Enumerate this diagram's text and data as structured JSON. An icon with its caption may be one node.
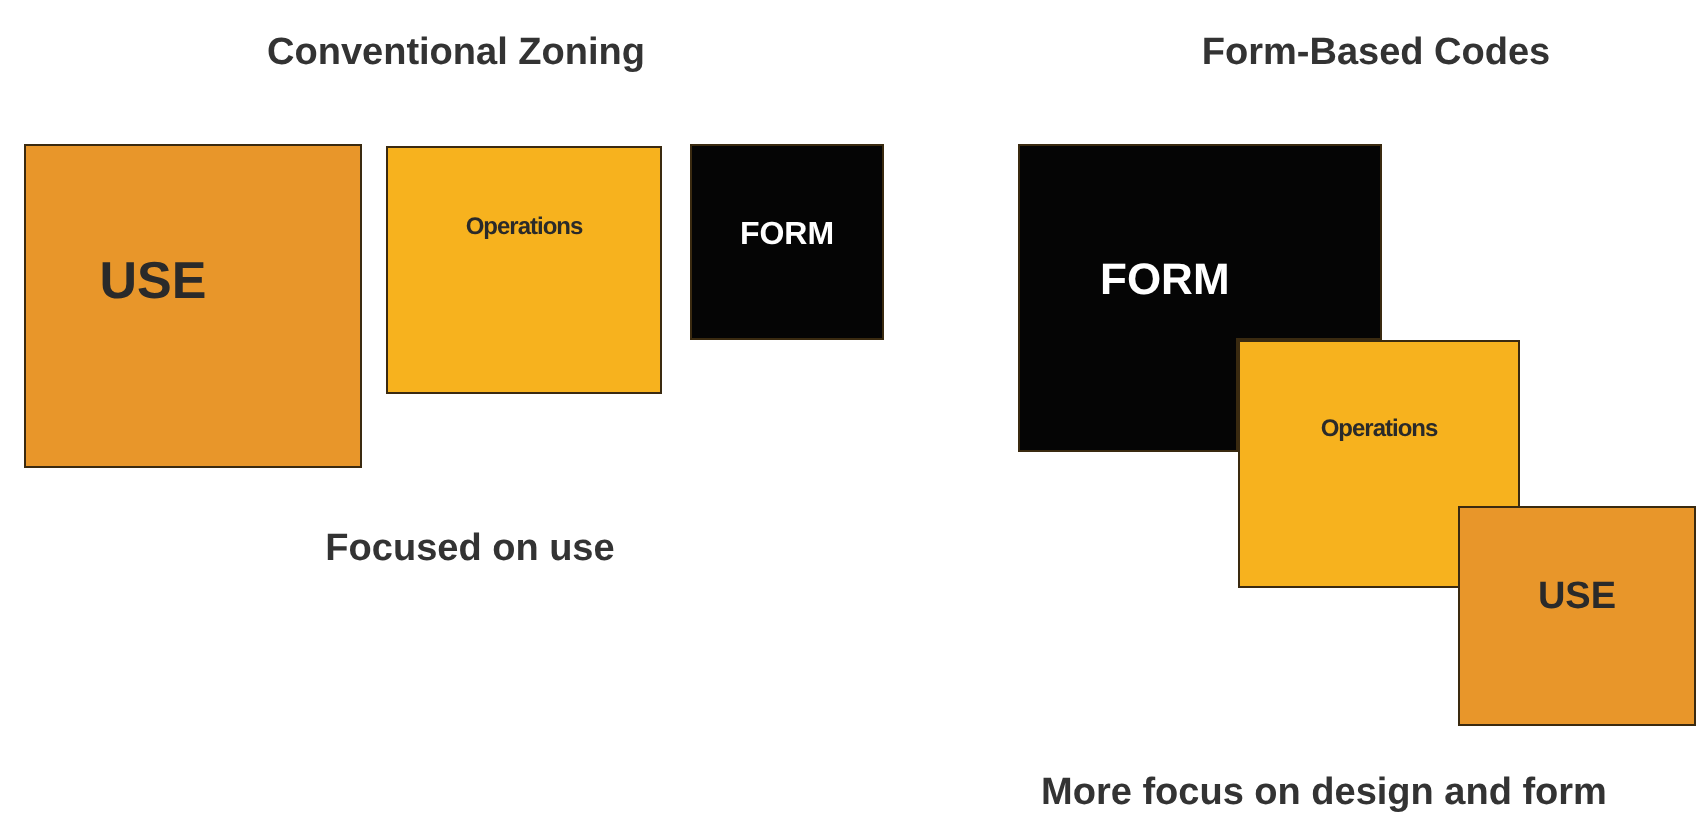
{
  "diagram": {
    "nodes": [
      {
        "text": [
          "USE"
        ]
      },
      {
        "text": [
          "Operations"
        ]
      },
      {
        "text": [
          "FORM"
        ]
      },
      {
        "text": [
          "FORM"
        ]
      },
      {
        "text": [
          "Operations"
        ]
      },
      {
        "text": [
          "USE"
        ]
      }
    ],
    "labels": [
      "Conventional Zoning",
      "Form-Based Codes",
      "Focused on use",
      "More focus on design and form"
    ]
  }
}
